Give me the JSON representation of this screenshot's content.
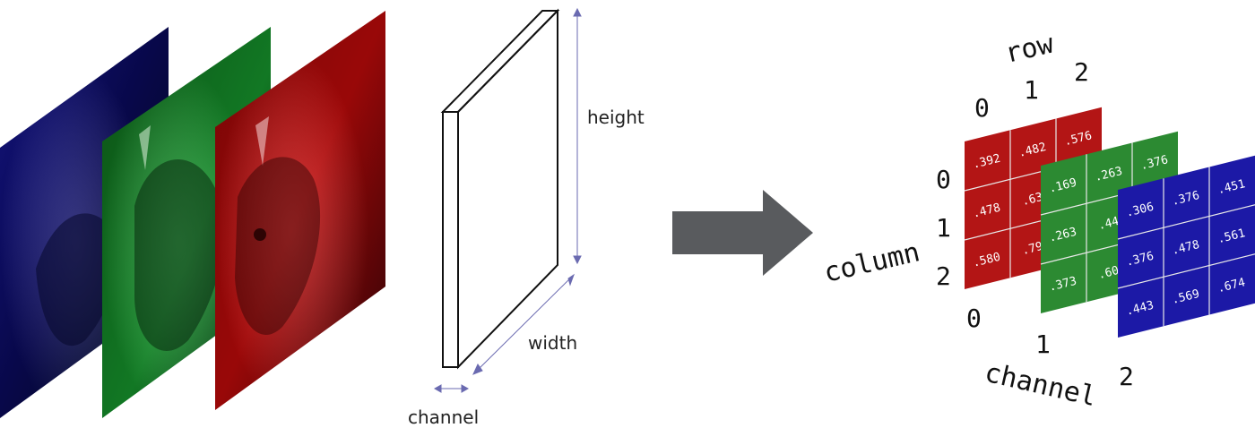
{
  "left": {
    "channel_planes": [
      {
        "channel": "blue",
        "dark": "#031016",
        "light": "#1a1aa8"
      },
      {
        "channel": "green",
        "dark": "#052b10",
        "light": "#18a030"
      },
      {
        "channel": "red",
        "dark": "#3a0508",
        "light": "#cc0a0a"
      }
    ],
    "dims": {
      "height": "height",
      "width": "width",
      "channel": "channel"
    }
  },
  "arrow_color": "#595b5e",
  "right": {
    "row_title": "row",
    "row_indices": [
      "0",
      "1",
      "2"
    ],
    "column_title": "column",
    "column_indices": [
      "0",
      "1",
      "2"
    ],
    "channel_title": "channel",
    "channel_indices": [
      "0",
      "1",
      "2"
    ],
    "grids": [
      {
        "channel": "red",
        "color": "#b31515",
        "cells": [
          [
            ".392",
            ".482",
            ".576"
          ],
          [
            ".478",
            ".63",
            ""
          ],
          [
            ".580",
            ".79",
            ""
          ]
        ]
      },
      {
        "channel": "green",
        "color": "#2c8a32",
        "cells": [
          [
            ".169",
            ".263",
            ".376"
          ],
          [
            ".263",
            ".44",
            ""
          ],
          [
            ".373",
            ".60",
            ""
          ]
        ]
      },
      {
        "channel": "blue",
        "color": "#1c19a6",
        "cells": [
          [
            ".306",
            ".376",
            ".451"
          ],
          [
            ".376",
            ".478",
            ".561"
          ],
          [
            ".443",
            ".569",
            ".674"
          ]
        ]
      }
    ]
  }
}
